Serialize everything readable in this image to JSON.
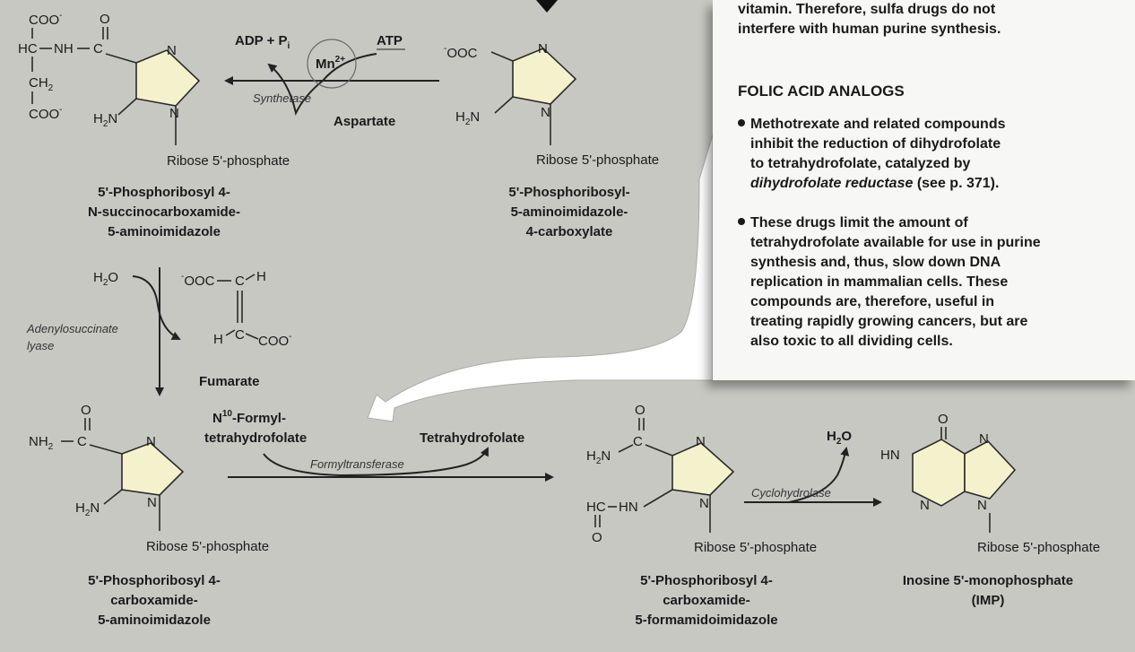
{
  "compounds": {
    "succinocarboxamide": {
      "name": [
        "5'-Phosphoribosyl 4-",
        "N-succinocarboxamide-",
        "5-aminoimidazole"
      ],
      "ribose": "Ribose 5'-phosphate",
      "coo_top": "COO",
      "coo_bottom": "COO",
      "hc": "HC",
      "nh_c": "NH",
      "c": "C",
      "o": "O",
      "ch2": "CH",
      "h2n": "H",
      "n": "N"
    },
    "carboxylate": {
      "name": [
        "5'-Phosphoribosyl-",
        "5-aminoimidazole-",
        "4-carboxylate"
      ],
      "ribose": "Ribose 5'-phosphate",
      "ooc": "OOC",
      "h2n": "H",
      "n": "N"
    },
    "carboxamide": {
      "name": [
        "5'-Phosphoribosyl 4-",
        "carboxamide-",
        "5-aminoimidazole"
      ],
      "ribose": "Ribose 5'-phosphate",
      "nh2": "NH",
      "c": "C",
      "o": "O",
      "h2n": "H",
      "n": "N"
    },
    "formamido": {
      "name": [
        "5'-Phosphoribosyl 4-",
        "carboxamide-",
        "5-formamidoimidazole"
      ],
      "ribose": "Ribose 5'-phosphate",
      "h2n": "H",
      "c": "C",
      "o": "O",
      "hc_hn": "HC",
      "hn": "HN",
      "n": "N"
    },
    "imp": {
      "name": [
        "Inosine 5'-monophosphate",
        "(IMP)"
      ],
      "ribose": "Ribose 5'-phosphate",
      "hn": "HN",
      "o": "O",
      "n": "N"
    }
  },
  "reactions": {
    "synthetase": {
      "enzyme": "Synthetase",
      "products": "ADP + P",
      "products_sub": "i",
      "cofactor": "Mn",
      "cofactor_sup": "2+",
      "substrate": "ATP",
      "aspartate": "Aspartate"
    },
    "lyase": {
      "enzyme": [
        "Adenylosuccinate",
        "lyase"
      ],
      "water": "H",
      "water_sub": "2",
      "water_o": "O",
      "fumarate_label": "Fumarate",
      "fumarate_ooc": "OOC",
      "fumarate_c": "C",
      "fumarate_h": "H",
      "fumarate_coo": "COO"
    },
    "formyltransferase": {
      "enzyme": "Formyltransferase",
      "donor_prefix": "N",
      "donor_sup": "10",
      "donor_suffix": "-Formyl-",
      "donor_line2": "tetrahydrofolate",
      "product": "Tetrahydrofolate"
    },
    "cyclohydrolase": {
      "enzyme": "Cyclohydrolase",
      "water_h": "H",
      "water_sub": "2",
      "water_o": "O"
    }
  },
  "note": {
    "top_lines": [
      "vitamin.  Therefore, sulfa drugs do not",
      "interfere with human purine synthesis."
    ],
    "heading": "FOLIC ACID ANALOGS",
    "bullet1": [
      "Methotrexate and related compounds",
      "inhibit the reduction of dihydrofolate",
      "to tetrahydrofolate, catalyzed by"
    ],
    "bullet1_italic": "dihydrofolate reductase",
    "bullet1_tail": " (see p. 371).",
    "bullet2": [
      "These drugs limit the amount of",
      "tetrahydrofolate available for use in purine",
      "synthesis and, thus, slow down DNA",
      "replication in mammalian cells.  These",
      "compounds are, therefore, useful in",
      "treating rapidly growing cancers, but are",
      "also toxic to all dividing cells."
    ]
  },
  "colors": {
    "background": "#c8c8c3",
    "ring_fill": "#f4f2cc",
    "panel": "#f7f7f5",
    "callout": "#ffffff"
  }
}
